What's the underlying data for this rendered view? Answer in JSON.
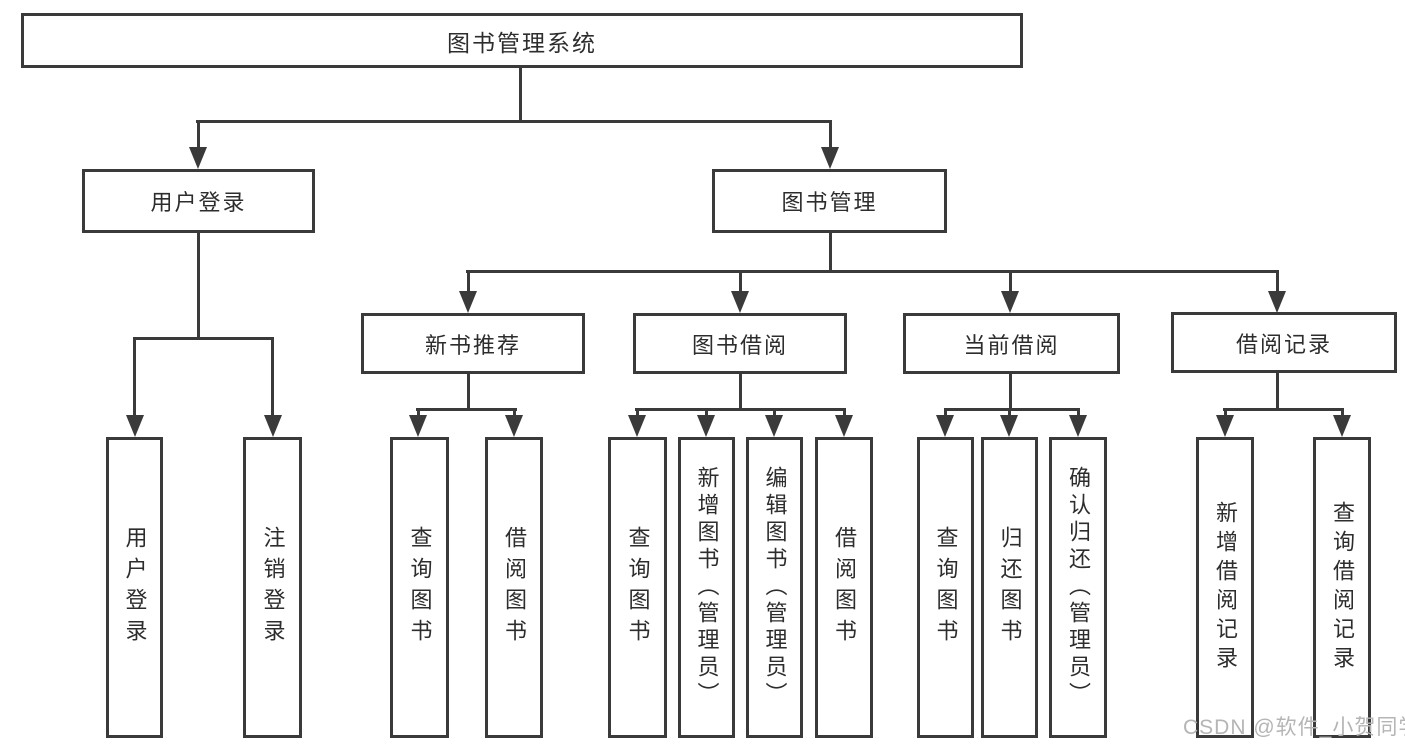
{
  "tree": {
    "root_label": "图书管理系统",
    "branches": [
      {
        "label": "用户登录",
        "children": [
          {
            "label": "用户登录"
          },
          {
            "label": "注销登录"
          }
        ]
      },
      {
        "label": "图书管理",
        "children": [
          {
            "label": "新书推荐",
            "children": [
              {
                "label": "查询图书"
              },
              {
                "label": "借阅图书"
              }
            ]
          },
          {
            "label": "图书借阅",
            "children": [
              {
                "label": "查询图书"
              },
              {
                "label": "新增图书（管理员）"
              },
              {
                "label": "编辑图书（管理员）"
              },
              {
                "label": "借阅图书"
              }
            ]
          },
          {
            "label": "当前借阅",
            "children": [
              {
                "label": "查询图书"
              },
              {
                "label": "归还图书"
              },
              {
                "label": "确认归还（管理员）"
              }
            ]
          },
          {
            "label": "借阅记录",
            "children": [
              {
                "label": "新增借阅记录"
              },
              {
                "label": "查询借阅记录"
              }
            ]
          }
        ]
      }
    ]
  },
  "watermark": {
    "text": "CSDN @软件_小贺同学"
  },
  "colors": {
    "line": "#3a3a3a",
    "text": "#2d2d2d",
    "watermark": "#b5b5b5",
    "background": "#ffffff"
  }
}
